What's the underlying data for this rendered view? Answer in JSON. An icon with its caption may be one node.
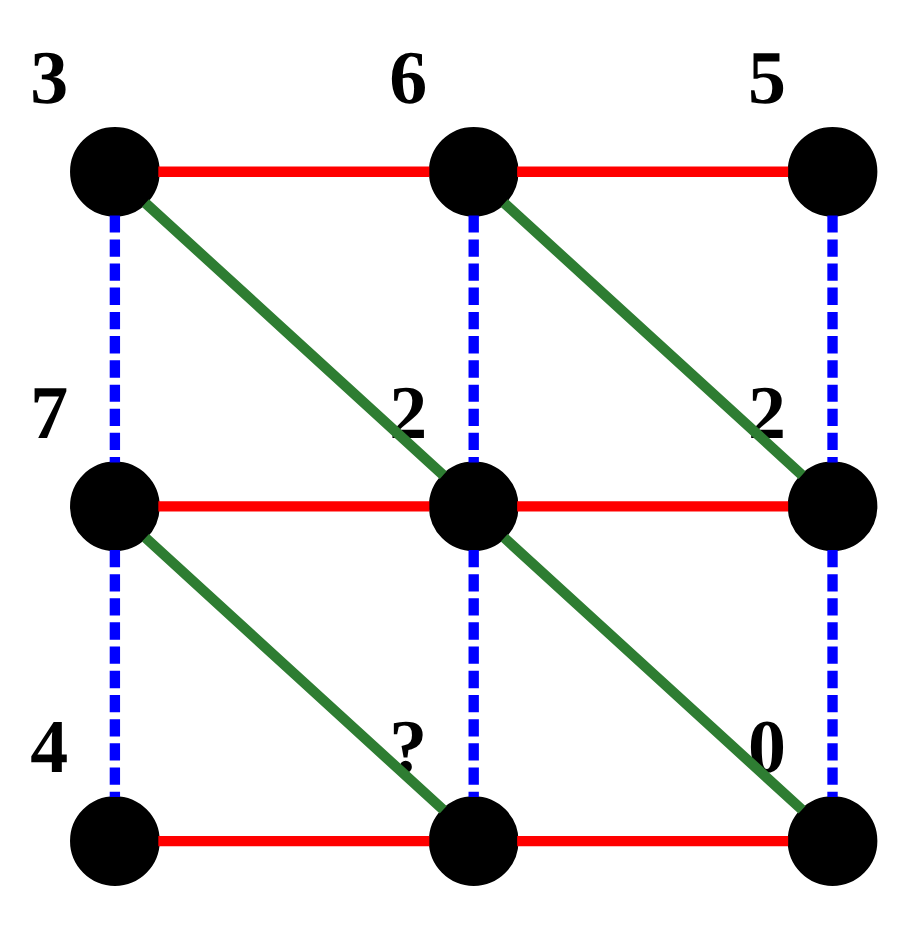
{
  "diagram": {
    "nodes": [
      {
        "text": [
          "3"
        ]
      },
      {
        "text": [
          "6"
        ]
      },
      {
        "text": [
          "5"
        ]
      },
      {
        "text": [
          "7"
        ]
      },
      {
        "text": [
          "2"
        ]
      },
      {
        "text": [
          "2"
        ]
      },
      {
        "text": [
          "4"
        ]
      },
      {
        "text": [
          "?"
        ]
      },
      {
        "text": [
          "0"
        ]
      }
    ],
    "edges": [
      {
        "from": 0,
        "to": 1,
        "arrow": "none",
        "color": "#ff0000"
      },
      {
        "from": 1,
        "to": 2,
        "arrow": "none",
        "color": "#ff0000"
      },
      {
        "from": 3,
        "to": 4,
        "arrow": "none",
        "color": "#ff0000"
      },
      {
        "from": 4,
        "to": 5,
        "arrow": "none",
        "color": "#ff0000"
      },
      {
        "from": 6,
        "to": 7,
        "arrow": "none",
        "color": "#ff0000"
      },
      {
        "from": 7,
        "to": 8,
        "arrow": "none",
        "color": "#ff0000"
      },
      {
        "from": 0,
        "to": 3,
        "arrow": "none",
        "style": "dashed",
        "color": "#0000ff"
      },
      {
        "from": 1,
        "to": 4,
        "arrow": "none",
        "style": "dashed",
        "color": "#0000ff"
      },
      {
        "from": 2,
        "to": 5,
        "arrow": "none",
        "style": "dashed",
        "color": "#0000ff"
      },
      {
        "from": 3,
        "to": 6,
        "arrow": "none",
        "style": "dashed",
        "color": "#0000ff"
      },
      {
        "from": 4,
        "to": 7,
        "arrow": "none",
        "style": "dashed",
        "color": "#0000ff"
      },
      {
        "from": 5,
        "to": 8,
        "arrow": "none",
        "style": "dashed",
        "color": "#0000ff"
      },
      {
        "from": 0,
        "to": 4,
        "arrow": "none",
        "color": "#2e7d32"
      },
      {
        "from": 1,
        "to": 5,
        "arrow": "none",
        "color": "#2e7d32"
      },
      {
        "from": 3,
        "to": 7,
        "arrow": "none",
        "color": "#2e7d32"
      },
      {
        "from": 4,
        "to": 8,
        "arrow": "none",
        "color": "#2e7d32"
      }
    ]
  }
}
